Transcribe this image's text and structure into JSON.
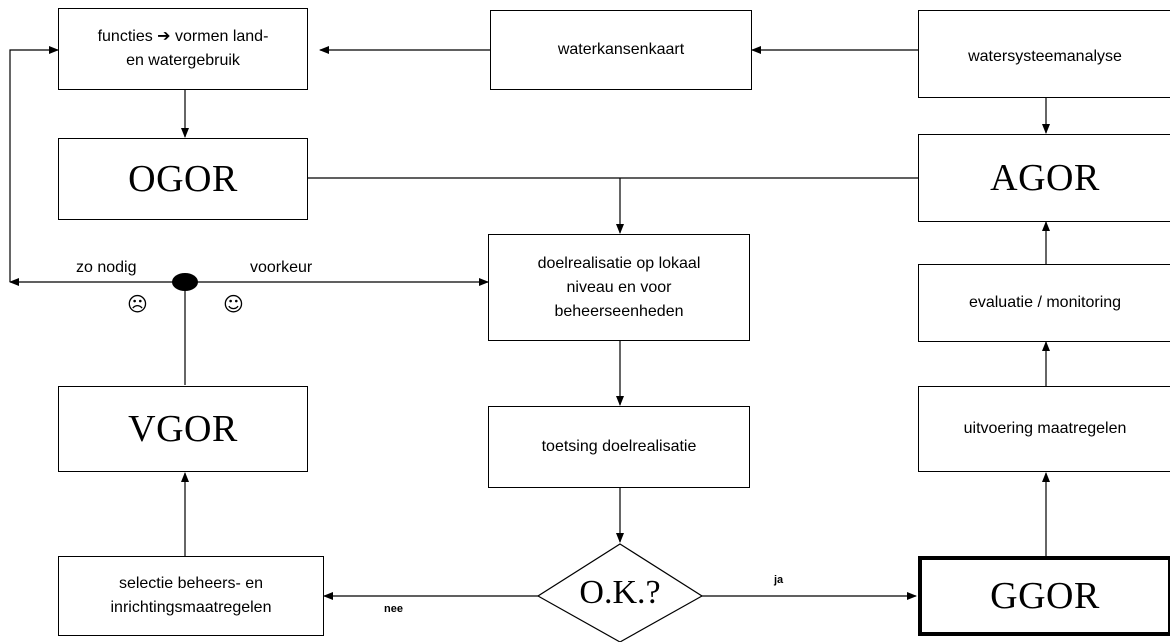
{
  "boxes": {
    "functies_line1": "functies",
    "functies_arrow": "➔",
    "functies_line1b": "vormen land-",
    "functies_line2": "en watergebruik",
    "waterkansenkaart": "waterkansenkaart",
    "watersysteemanalyse": "watersysteemanalyse",
    "ogor": "OGOR",
    "agor": "AGOR",
    "doelrealisatie_line1": "doelrealisatie op lokaal",
    "doelrealisatie_line2": "niveau en voor",
    "doelrealisatie_line3": "beheerseenheden",
    "evaluatie": "evaluatie / monitoring",
    "vgor": "VGOR",
    "toetsing": "toetsing doelrealisatie",
    "uitvoering": "uitvoering maatregelen",
    "selectie_line1": "selectie beheers- en",
    "selectie_line2": "inrichtingsmaatregelen",
    "ok": "O.K.?",
    "ggor": "GGOR"
  },
  "labels": {
    "zo_nodig": "zo nodig",
    "voorkeur": "voorkeur",
    "sad": "☹",
    "happy": "☺",
    "nee": "nee",
    "ja": "ja"
  }
}
